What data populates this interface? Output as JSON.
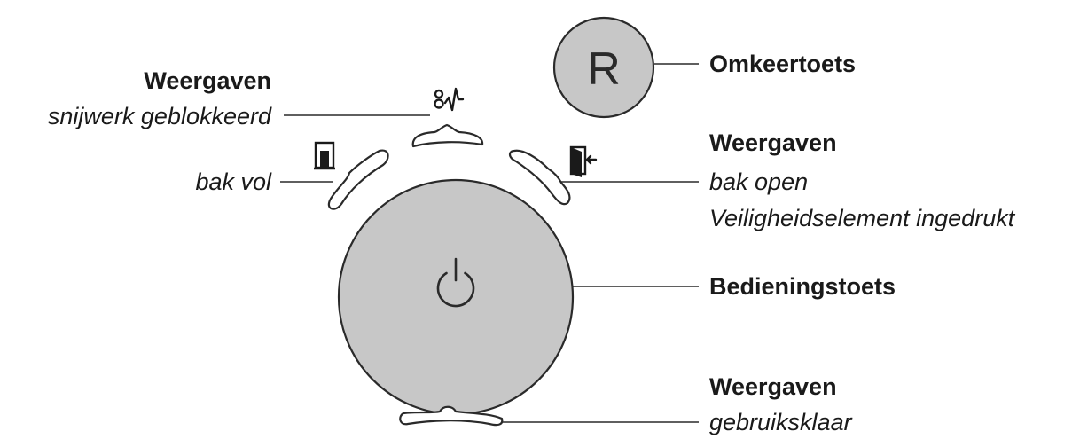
{
  "diagram": {
    "reverse_button_letter": "R",
    "labels": {
      "reverse_key": "Omkeertoets",
      "top_heading": "Weergaven",
      "cutter_blocked": "snijwerk geblokkeerd",
      "bin_full": "bak vol",
      "right_heading": "Weergaven",
      "bin_open": "bak open",
      "safety_pressed": "Veiligheidselement ingedrukt",
      "operating_key": "Bedieningstoets",
      "bottom_heading": "Weergaven",
      "ready": "gebruiksklaar"
    },
    "icons": [
      "cutter-blocked-icon",
      "bin-full-icon",
      "bin-open-icon",
      "power-icon"
    ],
    "colors": {
      "button_fill": "#c7c7c7",
      "outline": "#2a2a2a",
      "text": "#1a1a1a"
    }
  }
}
